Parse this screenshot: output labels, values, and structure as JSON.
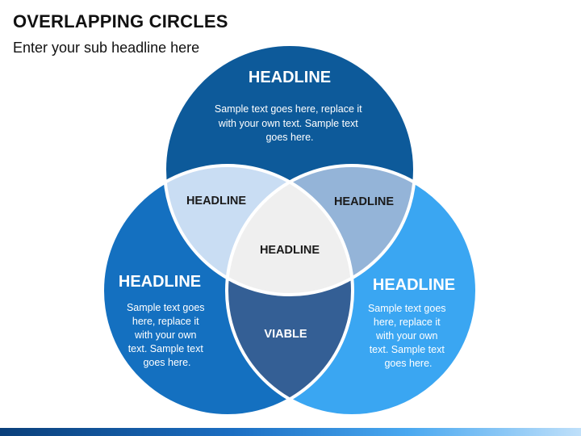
{
  "title": "OVERLAPPING CIRCLES",
  "subtitle": "Enter your sub headline here",
  "circles": {
    "top": {
      "headline": "HEADLINE",
      "text": [
        "Sample text goes here, replace it",
        "with your own text. Sample text",
        "goes here."
      ],
      "color": "#0d5a9a"
    },
    "left": {
      "headline": "HEADLINE",
      "text": [
        "Sample text goes",
        "here, replace it",
        "with your own",
        "text. Sample text",
        "goes here."
      ],
      "color": "#1470c0"
    },
    "right": {
      "headline": "HEADLINE",
      "text": [
        "Sample text goes",
        "here, replace it",
        "with your own",
        "text. Sample text",
        "goes here."
      ],
      "color": "#3aa6f2"
    }
  },
  "overlaps": {
    "top_left": {
      "label": "HEADLINE",
      "color": "#c9ddf3"
    },
    "top_right": {
      "label": "HEADLINE",
      "color": "#94b4d8"
    },
    "left_right": {
      "label": "VIABLE",
      "color": "#345f95"
    },
    "center": {
      "label": "HEADLINE",
      "color": "#efefef"
    }
  }
}
